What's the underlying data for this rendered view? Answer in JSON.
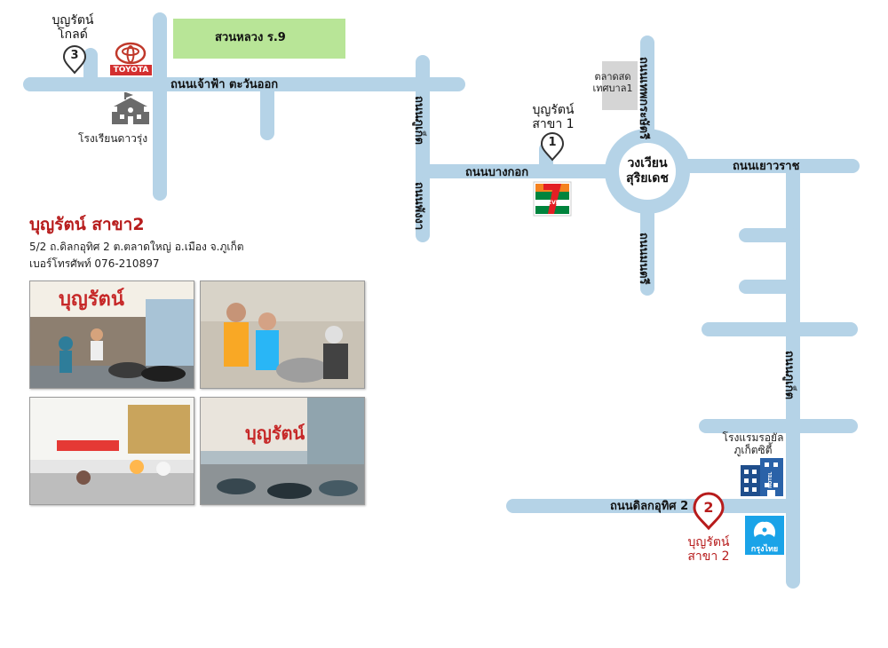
{
  "map": {
    "park_label": "สวนหลวง ร.9",
    "market_label_1": "ตลาดสด",
    "market_label_2": "เทศบาล1",
    "roads": {
      "chaofa_east": "ถนนเจ้าฟ้า ตะวันออก",
      "bangkok": "ถนนบางกอก",
      "yaowarat": "ถนนเยาวราช",
      "dilok_uthit_2": "ถนนดิลกอุทิศ 2",
      "phuket_upper": "ถนนภูเก็ต",
      "phangnga": "ถนนพังงา",
      "thepkrasattri": "ถนนเทพกระษัตรี",
      "montri": "ถนนมนตรี",
      "phuket_lower": "ถนนภูเก็ต"
    },
    "roundabout_line1": "วงเวียน",
    "roundabout_line2": "สุริยเดช",
    "school_label": "โรงเรียนดาวรุ่ง",
    "toyota_label": "TOYOTA",
    "seven_eleven_label": "ELEVEN",
    "hotel_line1": "โรงแรมรอยัล",
    "hotel_line2": "ภูเก็ตซิตี้",
    "hotel_sign": "HOTEL",
    "bank_label": "กรุงไทย",
    "pins": [
      {
        "number": "3",
        "line1": "บุญรัตน์",
        "line2": "โกลด์"
      },
      {
        "number": "1",
        "line1": "บุญรัตน์",
        "line2": "สาขา 1"
      },
      {
        "number": "2",
        "line1": "บุญรัตน์",
        "line2": "สาขา 2"
      }
    ],
    "colors": {
      "road": "#b5d3e7",
      "park": "#b8e597",
      "accent_red": "#b71c1c"
    }
  },
  "info": {
    "title": "บุญรัตน์ สาขา2",
    "address": "5/2 ถ.ดิลกอุทิศ 2 ต.ตลาดใหญ่ อ.เมือง จ.ภูเก็ต",
    "phone": "เบอร์โทรศัพท์ 076-210897",
    "photo_signs": [
      "บุญรัตน์",
      "บุญรัตน์"
    ]
  }
}
